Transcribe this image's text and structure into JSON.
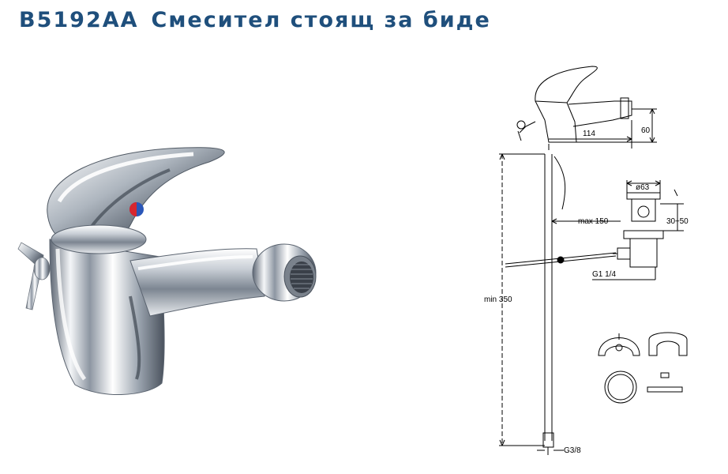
{
  "header": {
    "model": "B5192AA",
    "product_name": "Смесител стоящ за биде"
  },
  "drawing": {
    "dim_width": "114",
    "dim_height": "60",
    "dim_drain_diameter": "ø63",
    "dim_hose_length": "max 150",
    "dim_drain_range": "30÷50",
    "dim_drain_thread": "G1 1/4",
    "dim_min_length": "min 350",
    "dim_hose_thread": "G3/8"
  },
  "colors": {
    "title": "#1f4f7c",
    "hot_indicator": "#d7262e",
    "cold_indicator": "#2a56b8"
  }
}
